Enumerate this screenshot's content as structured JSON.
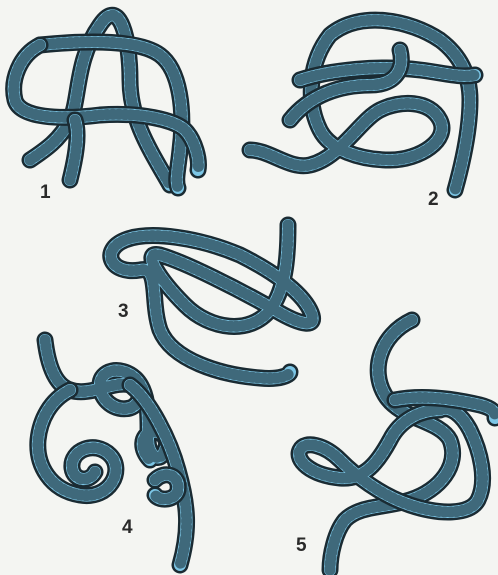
{
  "figures": [
    {
      "label": "1"
    },
    {
      "label": "2"
    },
    {
      "label": "3"
    },
    {
      "label": "4"
    },
    {
      "label": "5"
    }
  ],
  "colors": {
    "background": "#f4f5f2",
    "rope": "#7cc6e6",
    "rope_outline": "#1a2b33",
    "rope_twist": "#2b4a57",
    "label_text": "#2a2a2a"
  }
}
